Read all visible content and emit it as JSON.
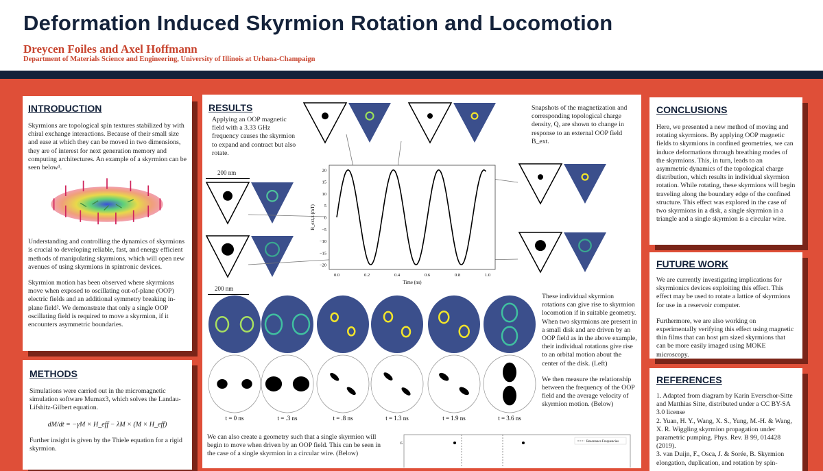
{
  "header": {
    "title": "Deformation Induced Skyrmion Rotation and Locomotion",
    "authors": "Dreycen Foiles and Axel Hoffmann",
    "affiliation": "Department of Materials Science and Engineering, University of Illinois at Urbana-Champaign"
  },
  "introduction": {
    "heading": "INTRODUCTION",
    "p1": "Skyrmions are topological spin textures stabilized by with chiral exchange interactions. Because of their small size and ease at which they can be moved in two dimensions, they are of interest for next generation memory and computing architectures. An example of a skyrmion can be seen below¹.",
    "p2": "Understanding and controlling the dynamics of skyrmions is crucial to developing reliable, fast, and energy efficient methods of manipulating skyrmions, which will open new avenues of using skyrmions in spintronic devices.",
    "p3": "Skyrmion motion has been observed where skyrmions move when exposed to oscillating out-of-plane (OOP) electric fields and an additional symmetry breaking in-plane field². We demonstrate that only a single OOP oscillating field is required to move a skyrmion, if it encounters asymmetric boundaries."
  },
  "methods": {
    "heading": "METHODS",
    "p1": "Simulations were carried out in the micromagnetic simulation software Mumax3, which solves the Landau-Lifshitz-Gilbert equation.",
    "equation": "dM/dt = −γM × H_eff − λM × (M × H_eff)",
    "p2": "Further insight is given by the Thiele equation for a rigid skyrmion."
  },
  "results": {
    "heading": "RESULTS",
    "p1": "Applying an OOP magnetic field with a 3.33 GHz frequency causes the skyrmion to expand and contract but also rotate.",
    "p2": "Snapshots of the magnetization and corresponding topological charge density, Q, are shown to change in response to an external OOP field B_ext.",
    "scale_label": "200 nm",
    "scale_label2": "200 nm",
    "p3": "These individual skyrmion rotations can give rise to skyrmion locomotion if in suitable geometry. When two skyrmions are present in a small disk and are driven by an OOP field as in the above example, their individual rotations give rise to an orbital motion about the center of the disk.  (Left)",
    "p4": "We then measure the relationship between the frequency of the OOP field and the average velocity of skyrmion motion. (Below)",
    "p5": "We can also create a geometry such that a single skyrmion will begin to move when driven by an OOP field. This can be seen in the case of a single skyrmion in a circular wire. (Below)",
    "snapshots": [
      "t = 0 ns",
      "t = .3 ns",
      "t = .8 ns",
      "t = 1.3 ns",
      "t = 1.9 ns",
      "t = 3.6 ns"
    ],
    "colors": {
      "charge_bg": "#3b4f8c",
      "ring": "#9be05a",
      "yellow": "#f2e52a"
    }
  },
  "chart_data": [
    {
      "type": "line",
      "title": "",
      "xlabel": "Time (ns)",
      "ylabel": "B_ext,z (mT)",
      "xlim": [
        -0.05,
        1.05
      ],
      "ylim": [
        -22,
        22
      ],
      "xticks": [
        "0.0",
        "0.2",
        "0.4",
        "0.6",
        "0.8",
        "1.0"
      ],
      "yticks": [
        "20",
        "15",
        "10",
        "5",
        "0",
        "−5",
        "−10",
        "−15",
        "−20"
      ],
      "series": [
        {
          "name": "B_ext",
          "amplitude_mT": 20,
          "frequency_GHz": 3.33,
          "t_start": 0,
          "t_end": 0.99
        }
      ]
    },
    {
      "type": "scatter",
      "legend": "Resonance Frequencies",
      "legend_position": "top-right",
      "yticks": [
        "25"
      ],
      "points_y": [
        25,
        25
      ]
    }
  ],
  "conclusions": {
    "heading": "CONCLUSIONS",
    "p1": "Here, we presented a new method of moving and rotating skyrmions. By applying OOP magnetic fields to skyrmions in confined geometries, we can induce deformations through breathing modes of the skyrmions. This, in turn, leads to an asymmetric dynamics of the topological charge distribution, which results in individual skyrmion rotation. While rotating, these skyrmions will begin traveling along the boundary edge of the confined structure. This effect was explored in the case of two skyrmions in a disk, a single skyrmion in a triangle and a single skyrmion is a circular wire."
  },
  "future": {
    "heading": "FUTURE WORK",
    "p1": "We are currently investigating implications for skyrmionics devices exploiting this effect. This effect may be used to rotate a lattice of skyrmions for use in a reservoir computer.",
    "p2": "Furthermore, we are also working on experimentally verifying this effect using magnetic thin films that can host μm sized skyrmions that can be more easily imaged using MOKE microscopy."
  },
  "references": {
    "heading": "REFERENCES",
    "r1": "1. Adapted from diagram by Karin Everschor-Sitte and Matthias Sitte, distributed under a CC BY-SA 3.0 license",
    "r2": "2. Yuan, H. Y., Wang, X. S., Yung, M.-H. & Wang, X. R. Wiggling skyrmion propagation under parametric pumping. Phys. Rev. B 99, 014428 (2019).",
    "r3": "3. van Duijn, F., Osca, J. & Sorée, B. Skyrmion elongation, duplication, and rotation by spin-"
  }
}
